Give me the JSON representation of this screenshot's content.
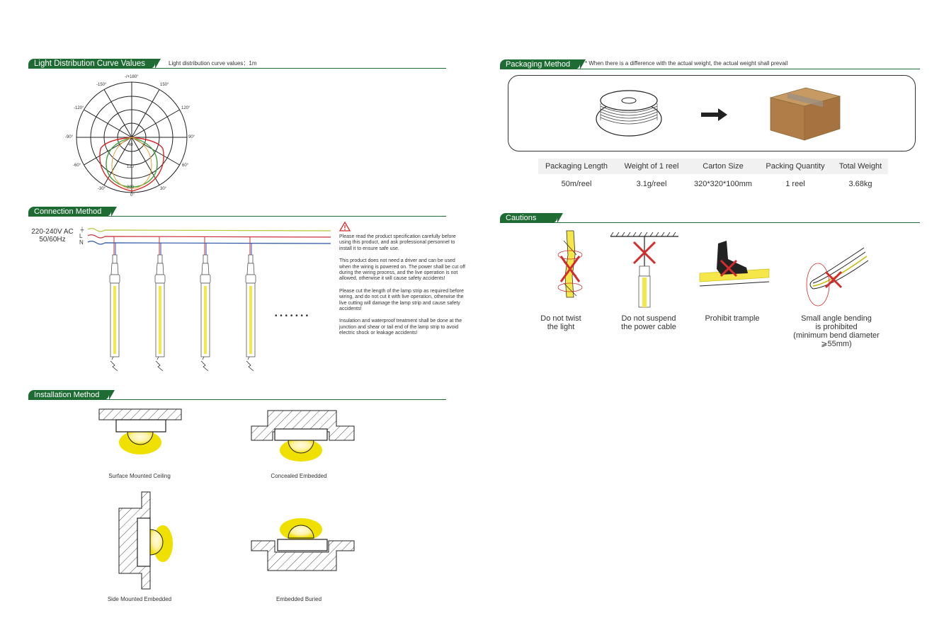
{
  "sections": {
    "light_curve": {
      "title": "Light Distribution Curve Values",
      "note": "Light distribution curve values：1m"
    },
    "connection": {
      "title": "Connection Method"
    },
    "installation": {
      "title": "Installation Method"
    },
    "packaging": {
      "title": "Packaging Method",
      "note": "* When there is a difference with the actual weight, the actual weight shall prevail"
    },
    "cautions": {
      "title": "Cautions"
    }
  },
  "polar": {
    "angle_labels": [
      "-/+180°",
      "150°",
      "120°",
      "90°",
      "60°",
      "30°",
      "0°",
      "-30°",
      "-60°",
      "-90°",
      "-120°",
      "-150°"
    ],
    "radial_labels": [
      "40",
      "120",
      "200"
    ]
  },
  "connection": {
    "voltage": "220-240V AC",
    "frequency": "50/60Hz",
    "wire_labels": [
      "⏚",
      "L",
      "N"
    ],
    "dots": "• • • • • • •",
    "warnings": [
      "Please read the product specification carefully before using this product, and ask professional personnel to install it to ensure safe use.",
      "This product does not need a driver and can be used when the wiring is powered on. The power shall be cut off during the wiring process, and the live operation is not allowed, otherwise it will cause safety accidents!",
      "Please cut the length of the lamp strip as required before wiring, and do not cut it with live operation, otherwise the live cutting will damage the lamp strip and cause safety accidents!",
      "Insulation and waterproof treatment shall be done at the junction and shear or tail end of the lamp strip to avoid electric shock or leakage accidents!"
    ]
  },
  "installation": {
    "methods": [
      "Surface Mounted Ceiling",
      "Concealed Embedded",
      "Side Mounted Embedded",
      "Embedded Buried"
    ]
  },
  "packaging_table": {
    "headers": [
      "Packaging Length",
      "Weight of 1 reel",
      "Carton Size",
      "Packing Quantity",
      "Total Weight"
    ],
    "row": [
      "50m/reel",
      "3.1g/reel",
      "320*320*100mm",
      "1 reel",
      "3.68kg"
    ]
  },
  "cautions": {
    "twist": [
      "Do not twist",
      "the light"
    ],
    "suspend": [
      "Do not suspend",
      "the power cable"
    ],
    "trample": [
      "Prohibit trample"
    ],
    "bend": [
      "Small angle bending",
      "is prohibited",
      "(minimum bend diameter",
      "⩾55mm)"
    ]
  },
  "colors": {
    "brand_green": "#1f6b34",
    "curve_red": "#d62a2a",
    "curve_green": "#3ca33c",
    "lamp_yellow": "#f5e64a",
    "cross_red": "#d42b2b"
  }
}
